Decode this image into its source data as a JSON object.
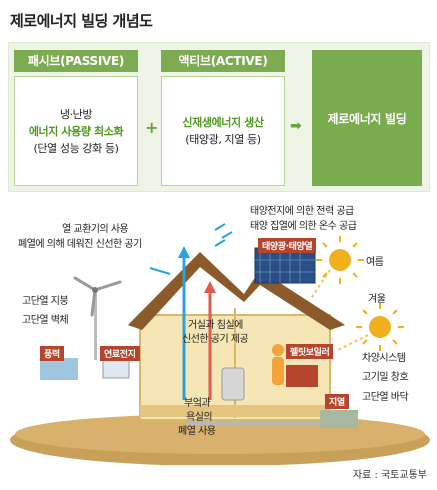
{
  "title": "제로에너지 빌딩 개념도",
  "passive": {
    "header": "패시브(PASSIVE)",
    "line1": "냉·난방",
    "line2": "에너지 사용량 최소화",
    "line3": "(단열 성능 강화 등)"
  },
  "plus": "+",
  "active": {
    "header": "액티브(ACTIVE)",
    "line1": "신재생에너지 생산",
    "line2": "(태양광, 지열 등)"
  },
  "arrow": "➡",
  "result": "제로에너지 빌딩",
  "labels": {
    "heat_exchange_1": "열 교환기의 사용",
    "heat_exchange_2": "폐열에 의해 데워진 신선한 공기",
    "solar_1": "태양전지에 의한 전력 공급",
    "solar_2": "태양 집열에 의한 온수 공급",
    "summer": "여름",
    "winter": "겨울",
    "roof_insul": "고단열 지붕",
    "wall_insul": "고단열 벽체",
    "living_1": "거실과 침실에",
    "living_2": "신선한 공기 제공",
    "kitchen_1": "부엌과",
    "kitchen_2": "욕실의",
    "kitchen_3": "폐열 사용",
    "shade": "차양시스템",
    "window": "고기밀 창호",
    "floor": "고단열 바닥"
  },
  "tags": {
    "wind": "풍력",
    "fuel_cell": "연료전지",
    "pv": "태양광·태양열",
    "pellet": "펠릿보일러",
    "geo": "지열"
  },
  "source": "자료 : 국토교통부",
  "colors": {
    "header_green": "#7cab51",
    "accent_green": "#4e9a1f",
    "roof_brown": "#8b5a2b",
    "ground": "#c9a05a",
    "sun": "#f2b01e",
    "air_blue": "#29a3dd"
  }
}
